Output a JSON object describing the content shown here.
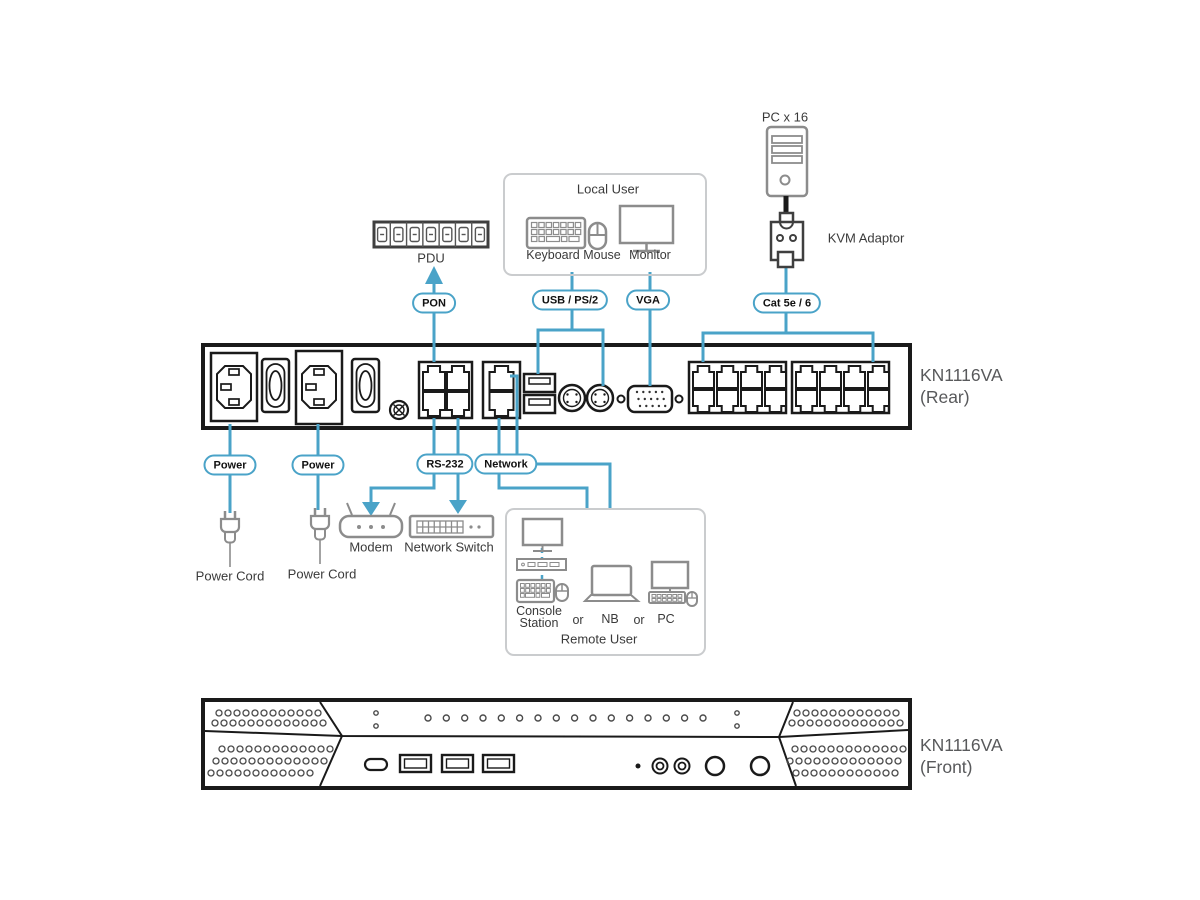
{
  "top_section": {
    "pc_label": "PC x 16",
    "kvm_adaptor_label": "KVM Adaptor",
    "pdu_label": "PDU",
    "local_user_box": {
      "title": "Local User",
      "keyboard_label": "Keyboard",
      "mouse_label": "Mouse",
      "monitor_label": "Monitor"
    }
  },
  "cable_pills": {
    "pon": "PON",
    "usb_ps2": "USB / PS/2",
    "vga": "VGA",
    "cat": "Cat 5e / 6",
    "power_1": "Power",
    "power_2": "Power",
    "rs232": "RS-232",
    "network": "Network"
  },
  "rear_panel": {
    "model": "KN1116VA",
    "view": "(Rear)"
  },
  "front_panel": {
    "model": "KN1116VA",
    "view": "(Front)"
  },
  "bottom_section": {
    "power_cord_label_1": "Power Cord",
    "power_cord_label_2": "Power Cord",
    "modem_label": "Modem",
    "network_switch_label": "Network Switch",
    "remote_user_box": {
      "console_label_line1": "Console",
      "console_label_line2": "Station",
      "or_label_1": "or",
      "nb_label": "NB",
      "or_label_2": "or",
      "pc_label": "PC",
      "title": "Remote User"
    }
  },
  "colors": {
    "accent_blue": "#4aa3c8",
    "panel_outline": "#1a1a1a",
    "icon_gray": "#8c8c8c",
    "model_label_gray": "#58595b",
    "user_box_border": "#caccce"
  }
}
